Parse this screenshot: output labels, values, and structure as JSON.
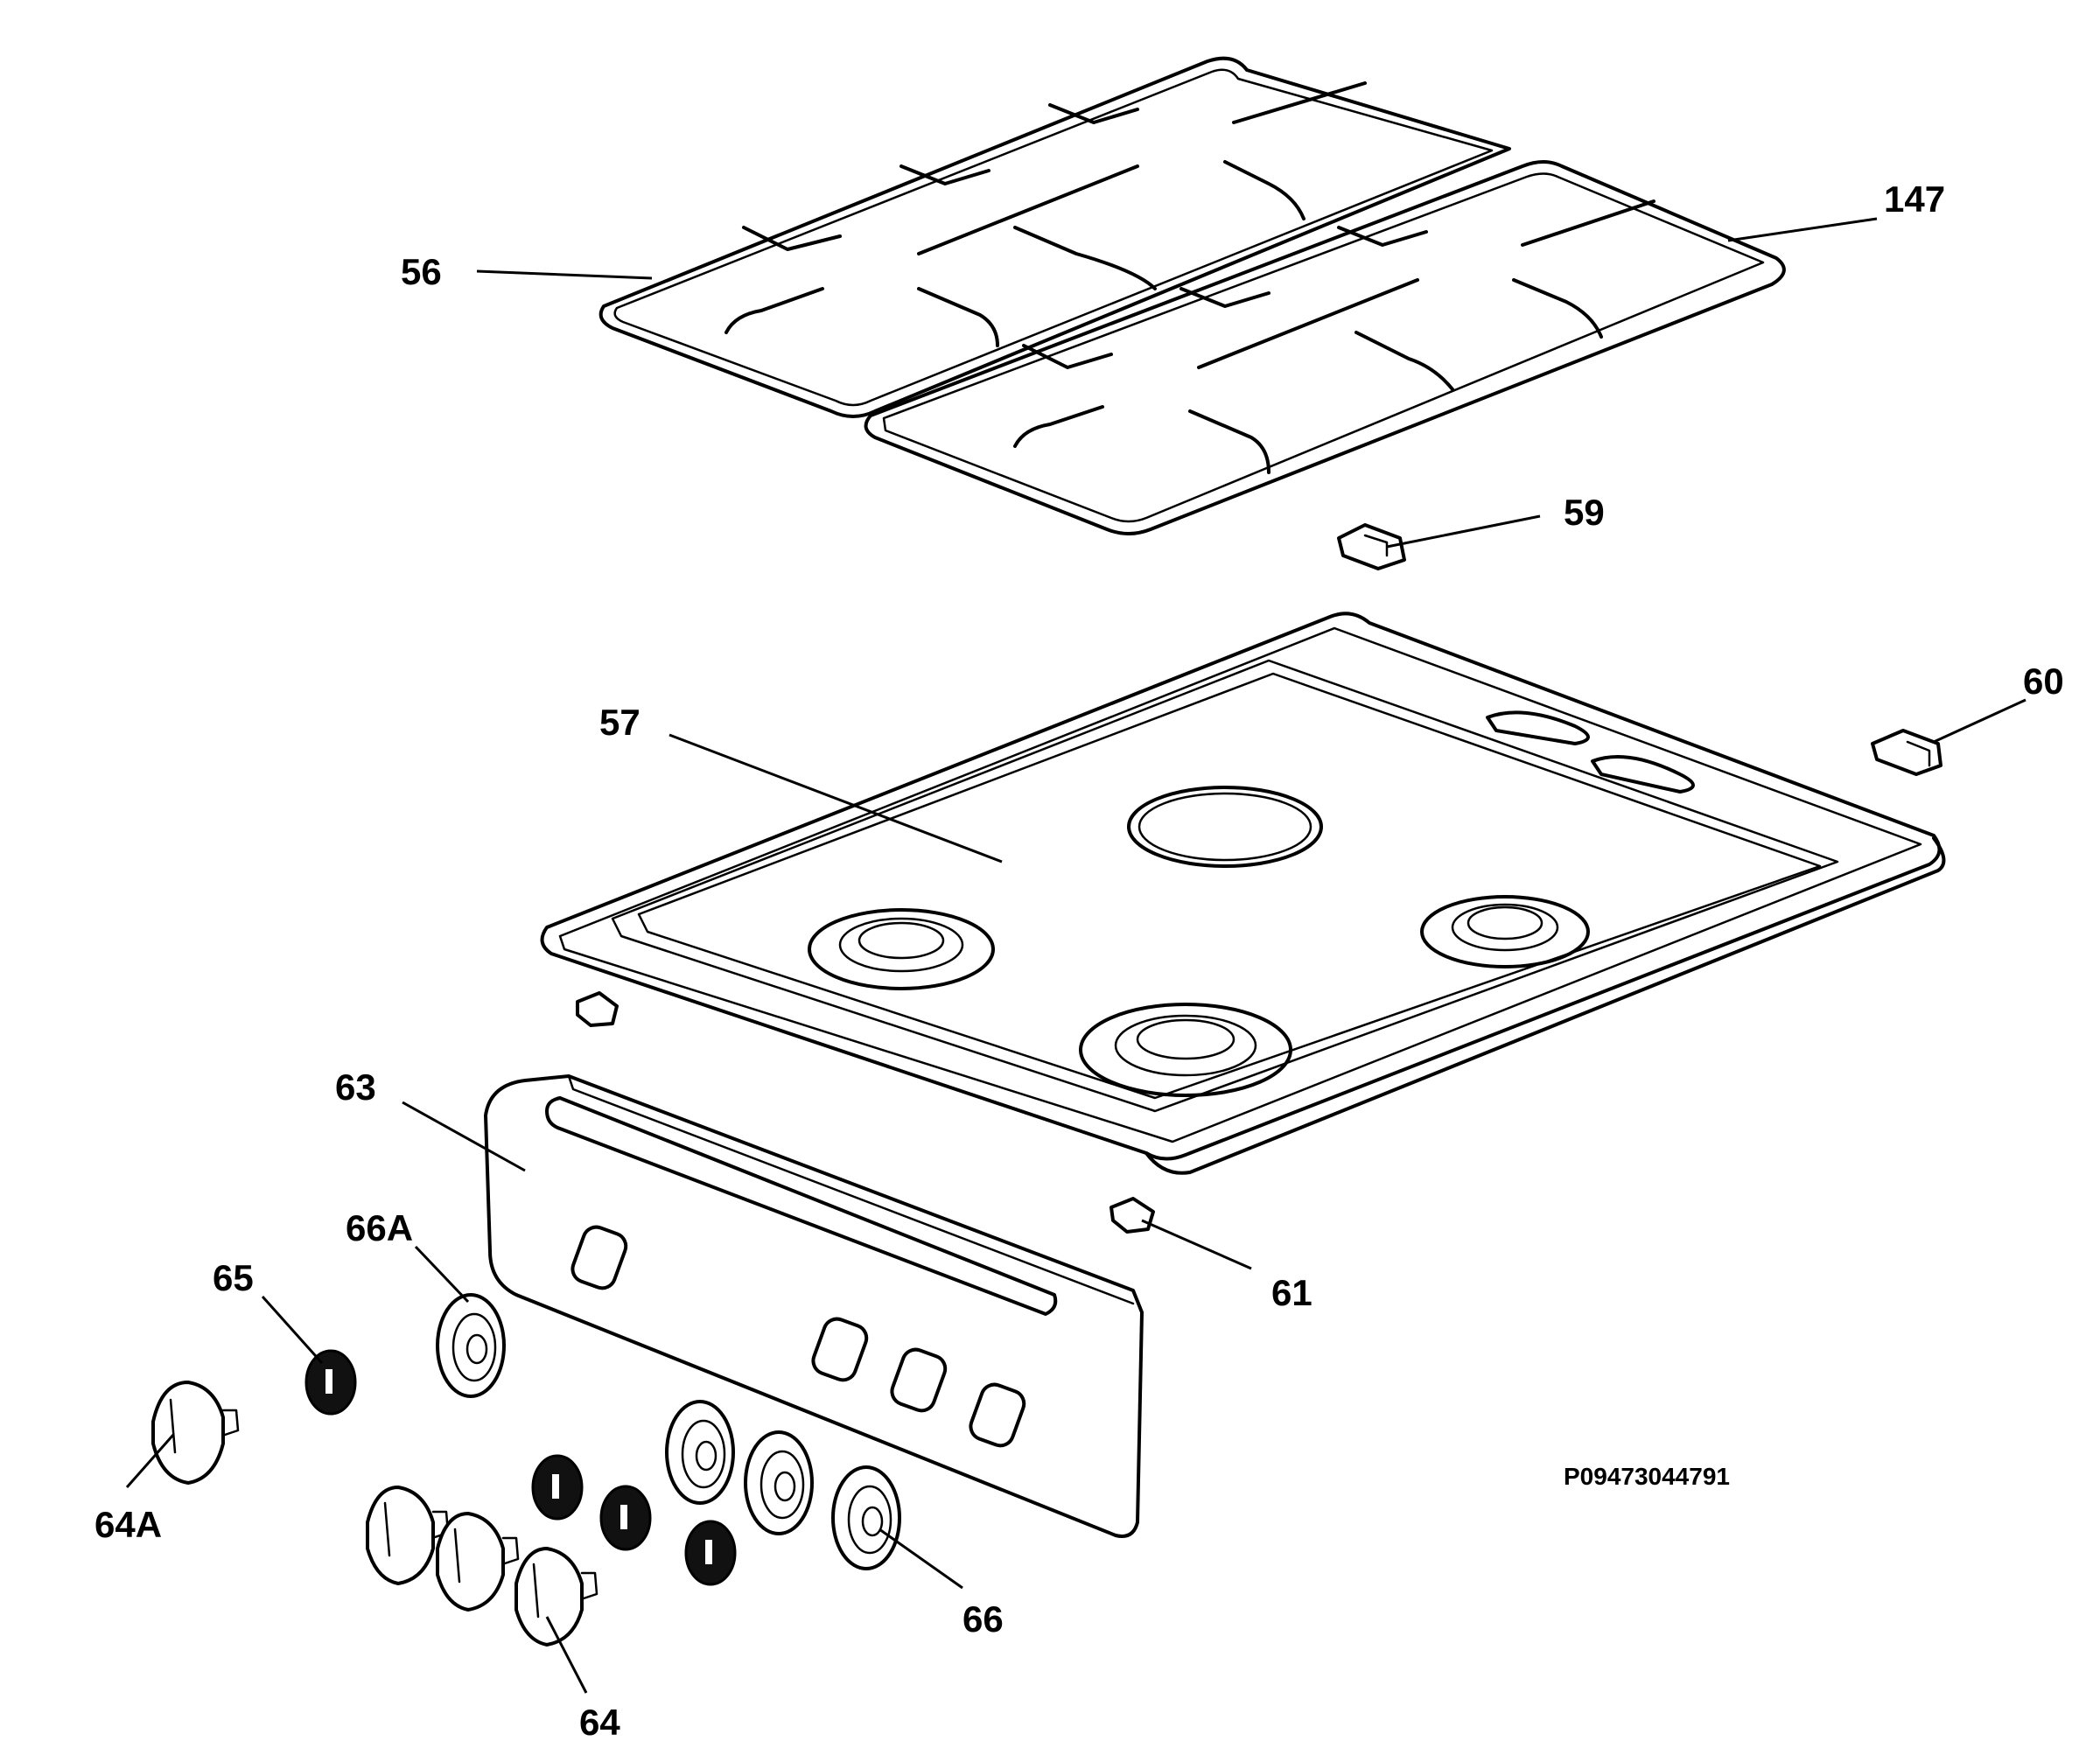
{
  "drawing_code": "P09473044791",
  "callouts": {
    "grid_left": "56",
    "grid_right": "147",
    "clip_front": "59",
    "clip_rear": "60",
    "hob_top": "57",
    "clip_side": "61",
    "control_panel": "63",
    "bezel_large": "66A",
    "spring_ring": "65",
    "knob_large": "64A",
    "knob": "64",
    "bezel": "66"
  }
}
